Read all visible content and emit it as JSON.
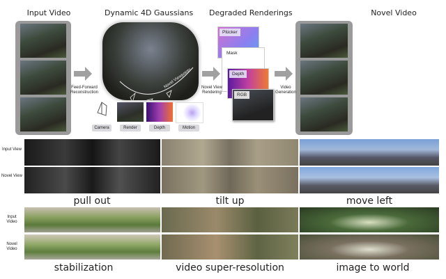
{
  "pipeline": {
    "titles": [
      "Input Video",
      "Dynamic 4D Gaussians",
      "Degraded Renderings",
      "Novel Video"
    ],
    "arrows": [
      "Feed-Forward Reconstruction",
      "Novel View Rendering",
      "Video Generation"
    ],
    "novel_viewpoints": "Novel Viewpoints",
    "gaussian_outputs": [
      "Camera",
      "Render",
      "Depth",
      "Motion"
    ],
    "degraded": [
      "Plücker",
      "Mask",
      "Depth",
      "RGB"
    ]
  },
  "examples": {
    "top": {
      "row_labels": [
        "Input View",
        "Novel View"
      ],
      "captions": [
        "pull out",
        "tilt up",
        "move left"
      ]
    },
    "bottom": {
      "row_labels": [
        "Input Video",
        "Novel Video"
      ],
      "captions": [
        "stabilization",
        "video super-resolution",
        "image to world"
      ]
    }
  }
}
